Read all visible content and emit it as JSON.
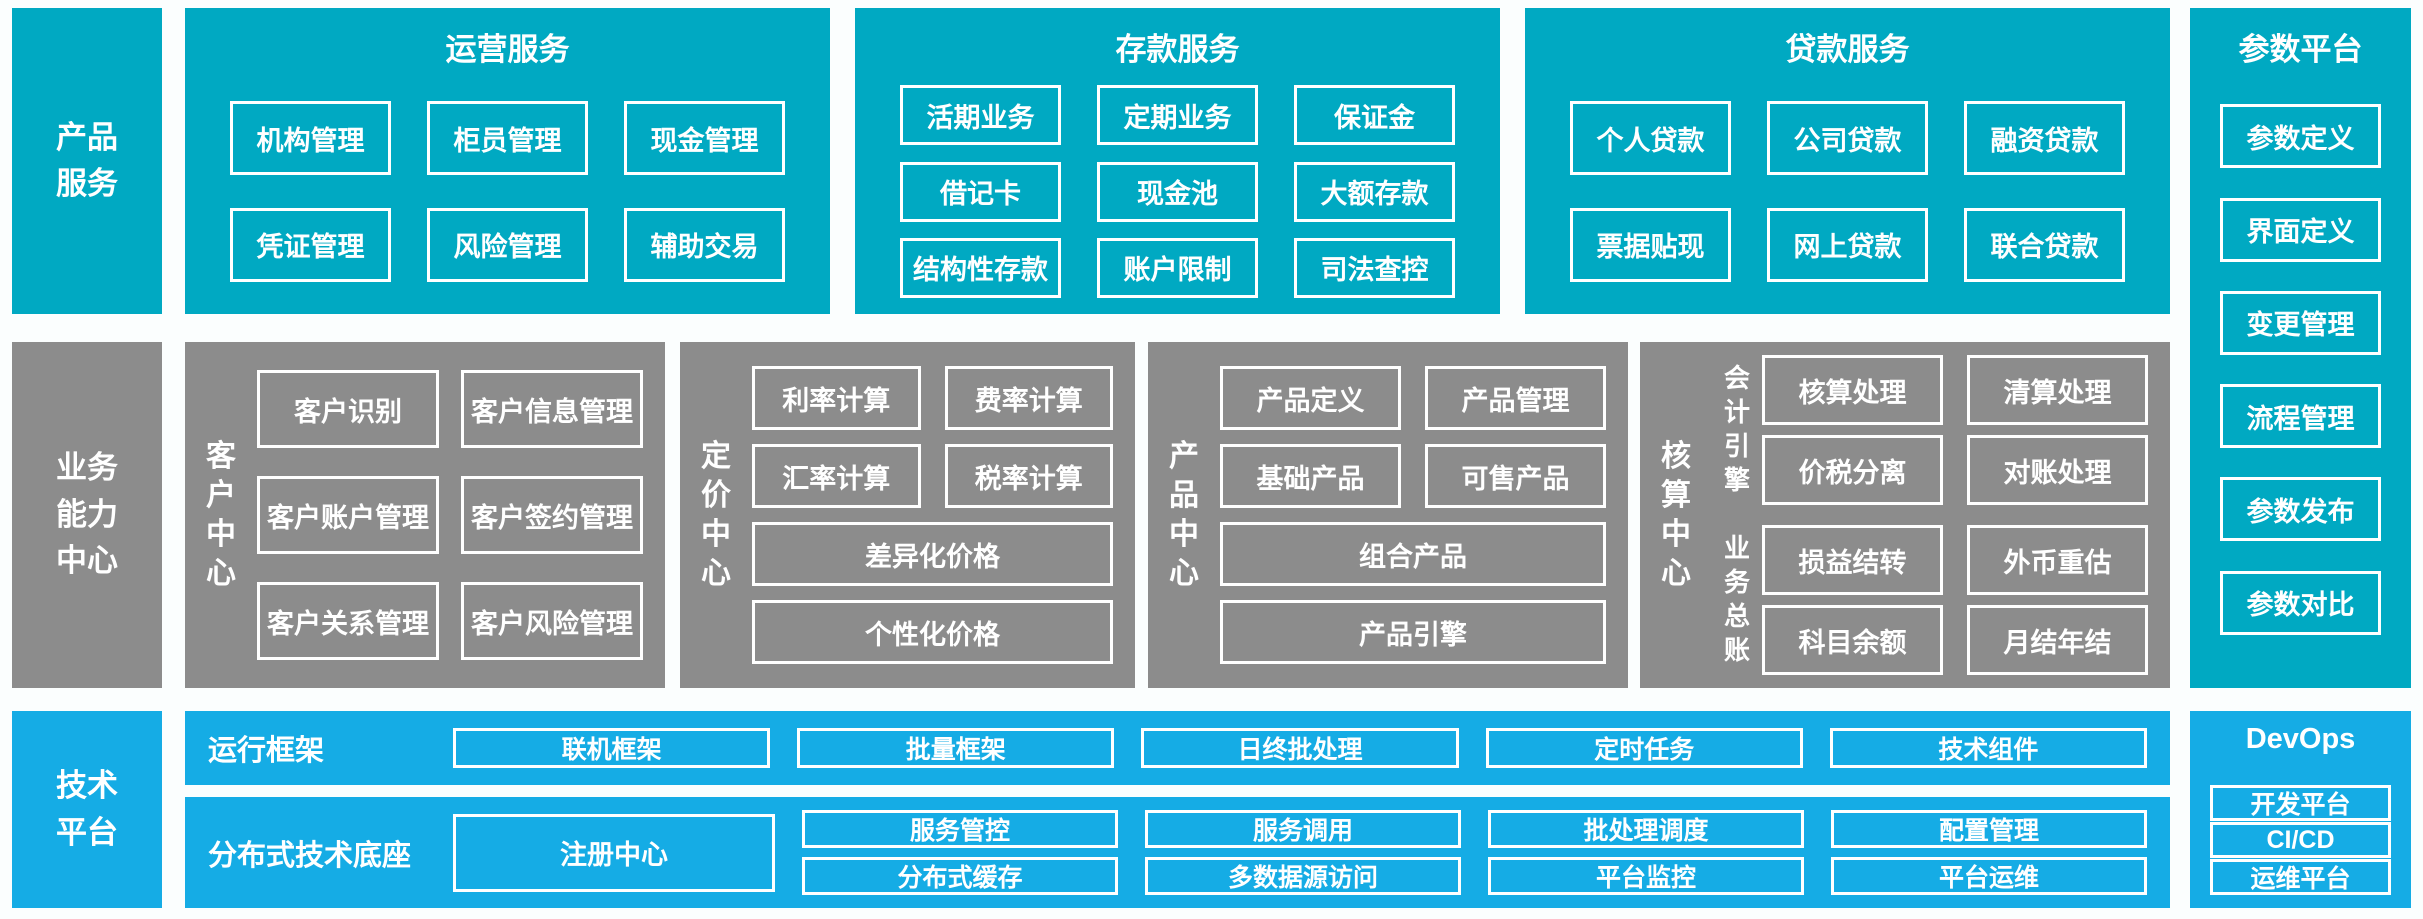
{
  "colors": {
    "teal": "#00A9C2",
    "gray": "#8C8C8C",
    "blue": "#15ACE5",
    "page_bg": "#FBFEFE",
    "text": "#FFFFFF"
  },
  "product": {
    "sidebar_lines": [
      "产品",
      "服务"
    ],
    "groups": [
      {
        "title": "运营服务",
        "rows": [
          [
            "机构管理",
            "柜员管理",
            "现金管理"
          ],
          [
            "凭证管理",
            "风险管理",
            "辅助交易"
          ]
        ]
      },
      {
        "title": "存款服务",
        "rows": [
          [
            "活期业务",
            "定期业务",
            "保证金"
          ],
          [
            "借记卡",
            "现金池",
            "大额存款"
          ],
          [
            "结构性存款",
            "账户限制",
            "司法查控"
          ]
        ]
      },
      {
        "title": "贷款服务",
        "rows": [
          [
            "个人贷款",
            "公司贷款",
            "融资贷款"
          ],
          [
            "票据贴现",
            "网上贷款",
            "联合贷款"
          ]
        ]
      }
    ]
  },
  "param": {
    "title": "参数平台",
    "items": [
      "参数定义",
      "界面定义",
      "变更管理",
      "流程管理",
      "参数发布",
      "参数对比"
    ]
  },
  "business": {
    "sidebar_lines": [
      "业务",
      "能力",
      "中心"
    ],
    "customer": {
      "label": "客户中心",
      "boxes": [
        "客户识别",
        "客户信息管理",
        "客户账户管理",
        "客户签约管理",
        "客户关系管理",
        "客户风险管理"
      ]
    },
    "pricing": {
      "label": "定价中心",
      "small": [
        "利率计算",
        "费率计算",
        "汇率计算",
        "税率计算"
      ],
      "wide": [
        "差异化价格",
        "个性化价格"
      ]
    },
    "product_center": {
      "label": "产品中心",
      "small": [
        "产品定义",
        "产品管理",
        "基础产品",
        "可售产品"
      ],
      "wide": [
        "组合产品",
        "产品引擎"
      ]
    },
    "accounting": {
      "label": "核算中心",
      "groups": [
        {
          "label": "会计引擎",
          "boxes": [
            "核算处理",
            "清算处理",
            "价税分离",
            "对账处理"
          ]
        },
        {
          "label": "业务总账",
          "boxes": [
            "损益结转",
            "外币重估",
            "科目余额",
            "月结年结"
          ]
        }
      ]
    }
  },
  "tech": {
    "sidebar_lines": [
      "技术",
      "平台"
    ],
    "runtime": {
      "label": "运行框架",
      "boxes": [
        "联机框架",
        "批量框架",
        "日终批处理",
        "定时任务",
        "技术组件"
      ]
    },
    "distributed": {
      "label": "分布式技术底座",
      "register": "注册中心",
      "columns": [
        [
          "服务管控",
          "分布式缓存"
        ],
        [
          "服务调用",
          "多数据源访问"
        ],
        [
          "批处理调度",
          "平台监控"
        ],
        [
          "配置管理",
          "平台运维"
        ]
      ]
    },
    "devops": {
      "title": "DevOps",
      "items": [
        "开发平台",
        "CI/CD",
        "运维平台"
      ]
    }
  }
}
